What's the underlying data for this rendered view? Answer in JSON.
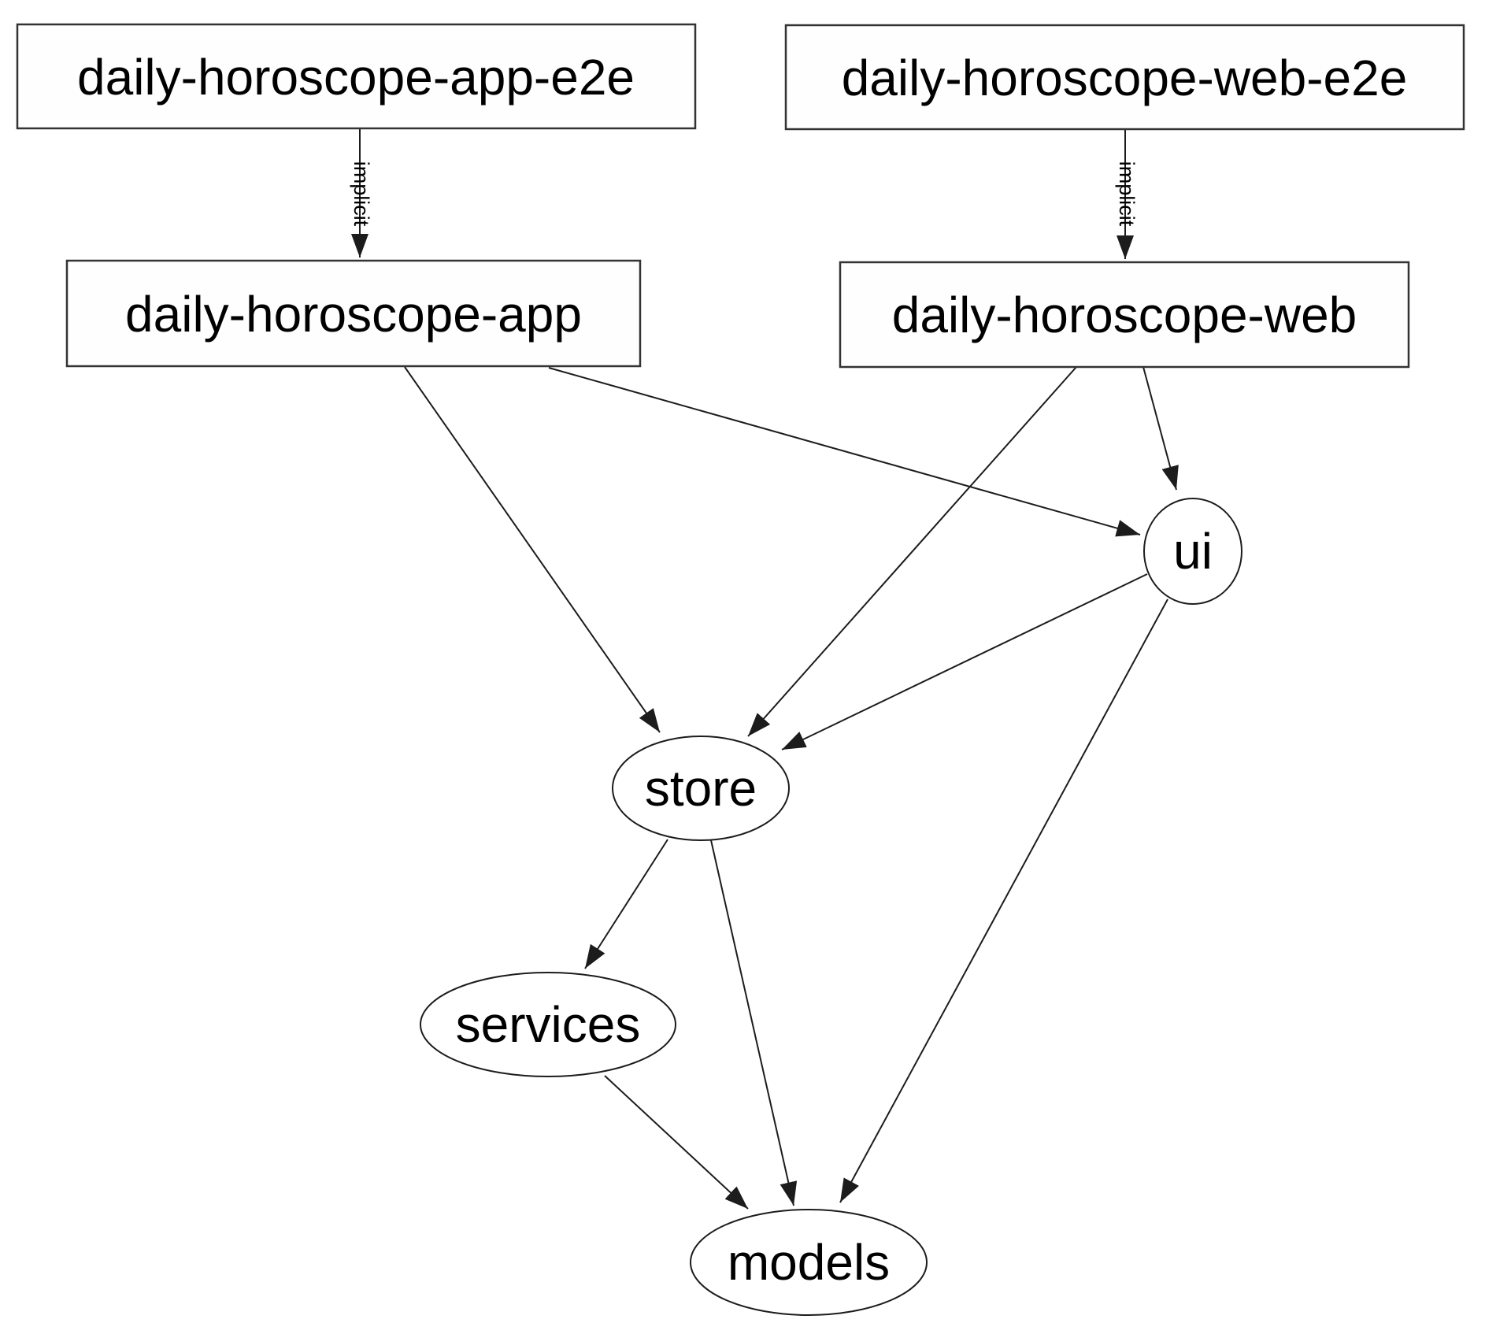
{
  "diagram": {
    "type": "dependency-graph",
    "background_color": "#ffffff",
    "edge_color": "#1c1c1c",
    "node_fill": "#ffffff",
    "text_color": "#000000",
    "nodes": [
      {
        "id": "daily-horoscope-app-e2e",
        "label": "daily-horoscope-app-e2e",
        "shape": "rect"
      },
      {
        "id": "daily-horoscope-web-e2e",
        "label": "daily-horoscope-web-e2e",
        "shape": "rect"
      },
      {
        "id": "daily-horoscope-app",
        "label": "daily-horoscope-app",
        "shape": "rect"
      },
      {
        "id": "daily-horoscope-web",
        "label": "daily-horoscope-web",
        "shape": "rect"
      },
      {
        "id": "ui",
        "label": "ui",
        "shape": "ellipse"
      },
      {
        "id": "store",
        "label": "store",
        "shape": "ellipse"
      },
      {
        "id": "services",
        "label": "services",
        "shape": "ellipse"
      },
      {
        "id": "models",
        "label": "models",
        "shape": "ellipse"
      }
    ],
    "edges": [
      {
        "from": "daily-horoscope-app-e2e",
        "to": "daily-horoscope-app",
        "label": "implicit"
      },
      {
        "from": "daily-horoscope-web-e2e",
        "to": "daily-horoscope-web",
        "label": "implicit"
      },
      {
        "from": "daily-horoscope-app",
        "to": "store",
        "label": ""
      },
      {
        "from": "daily-horoscope-app",
        "to": "ui",
        "label": ""
      },
      {
        "from": "daily-horoscope-web",
        "to": "store",
        "label": ""
      },
      {
        "from": "daily-horoscope-web",
        "to": "ui",
        "label": ""
      },
      {
        "from": "ui",
        "to": "store",
        "label": ""
      },
      {
        "from": "ui",
        "to": "models",
        "label": ""
      },
      {
        "from": "store",
        "to": "services",
        "label": ""
      },
      {
        "from": "store",
        "to": "models",
        "label": ""
      },
      {
        "from": "services",
        "to": "models",
        "label": ""
      }
    ]
  }
}
